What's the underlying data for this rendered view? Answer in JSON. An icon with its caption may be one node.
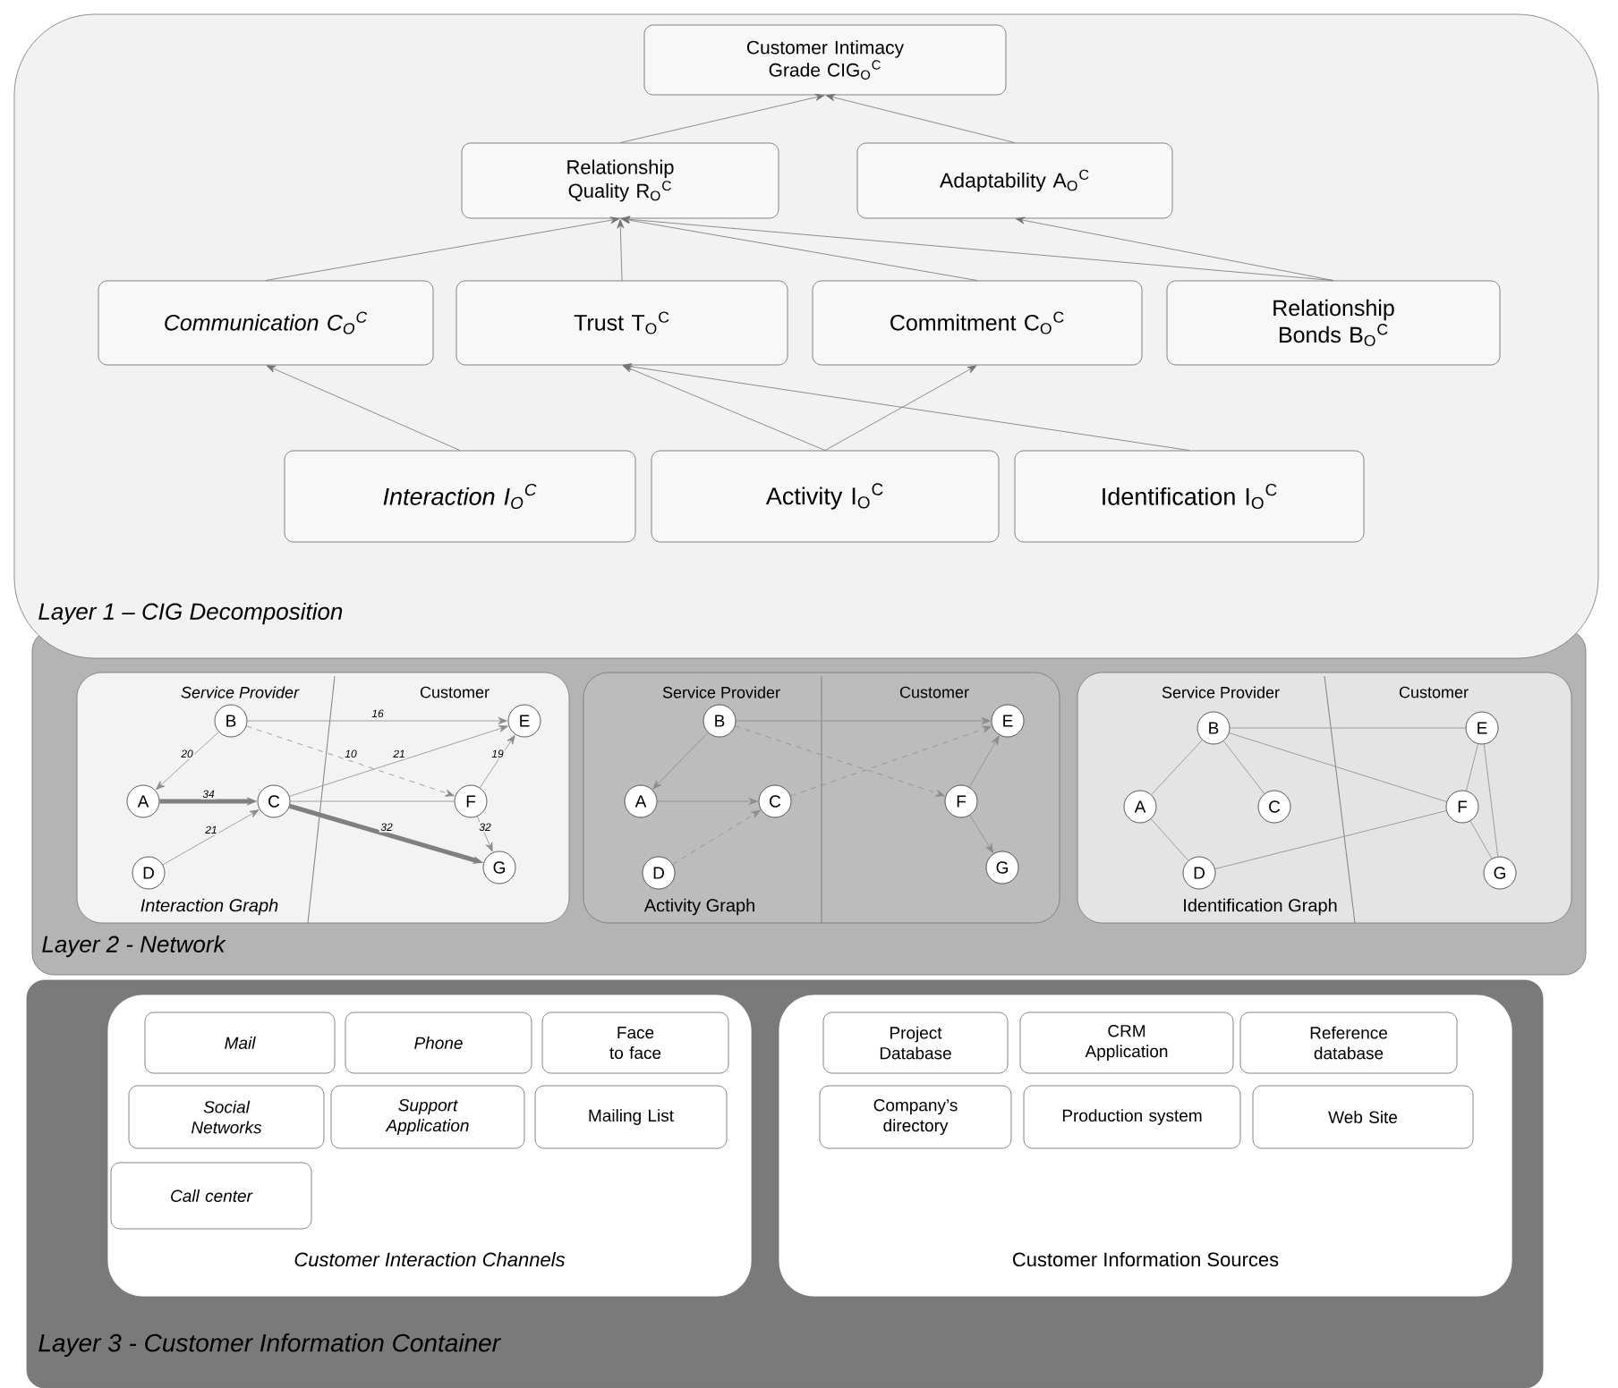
{
  "diagram": {
    "nodes": [
      {
        "text": [
          "Layer 1 – CIG Decomposition"
        ]
      },
      {
        "text": [
          "Customer Intimacy Grade CIG$_{O}$$^{C}$"
        ],
        "in": 0
      },
      {
        "text": [
          "Relationship Quality R$_{O}$$^{C}$"
        ],
        "in": 0
      },
      {
        "text": [
          "Adaptability A$_{O}$$^{C}$"
        ],
        "in": 0
      },
      {
        "text": [
          "Communication C$_{O}$$^{C}$"
        ],
        "in": 0
      },
      {
        "text": [
          "Trust T$_{O}$$^{C}$"
        ],
        "in": 0
      },
      {
        "text": [
          "Commitment C$_{O}$$^{C}$"
        ],
        "in": 0
      },
      {
        "text": [
          "Relationship Bonds B$_{O}$$^{C}$"
        ],
        "in": 0
      },
      {
        "text": [
          "Interaction I$_{O}$$^{C}$"
        ],
        "in": 0
      },
      {
        "text": [
          "Activity I$_{O}$$^{C}$"
        ],
        "in": 0
      },
      {
        "text": [
          "Identification I$_{O}$$^{C}$"
        ],
        "in": 0
      },
      {
        "text": [
          "Layer 2 - Network"
        ]
      },
      {
        "text": [
          "Service Provider",
          "Customer",
          "Interaction Graph"
        ],
        "in": 11
      },
      {
        "text": [
          "A"
        ],
        "in": 12
      },
      {
        "text": [
          "B"
        ],
        "in": 12
      },
      {
        "text": [
          "C"
        ],
        "in": 12
      },
      {
        "text": [
          "D"
        ],
        "in": 12
      },
      {
        "text": [
          "E"
        ],
        "in": 12
      },
      {
        "text": [
          "F"
        ],
        "in": 12
      },
      {
        "text": [
          "G"
        ],
        "in": 12
      },
      {
        "text": [
          "Service Provider",
          "Customer",
          "Activity Graph"
        ],
        "in": 11
      },
      {
        "text": [
          "A"
        ],
        "in": 20
      },
      {
        "text": [
          "B"
        ],
        "in": 20
      },
      {
        "text": [
          "C"
        ],
        "in": 20
      },
      {
        "text": [
          "D"
        ],
        "in": 20
      },
      {
        "text": [
          "E"
        ],
        "in": 20
      },
      {
        "text": [
          "F"
        ],
        "in": 20
      },
      {
        "text": [
          "G"
        ],
        "in": 20
      },
      {
        "text": [
          "Service Provider",
          "Customer",
          "Identification Graph"
        ],
        "in": 11
      },
      {
        "text": [
          "A"
        ],
        "in": 28
      },
      {
        "text": [
          "B"
        ],
        "in": 28
      },
      {
        "text": [
          "C"
        ],
        "in": 28
      },
      {
        "text": [
          "D"
        ],
        "in": 28
      },
      {
        "text": [
          "E"
        ],
        "in": 28
      },
      {
        "text": [
          "F"
        ],
        "in": 28
      },
      {
        "text": [
          "G"
        ],
        "in": 28
      },
      {
        "text": [
          "Layer 3 - Customer Information Container"
        ]
      },
      {
        "text": [
          "Customer Interaction Channels"
        ],
        "in": 36
      },
      {
        "text": [
          "Mail"
        ],
        "in": 37
      },
      {
        "text": [
          "Phone"
        ],
        "in": 37
      },
      {
        "text": [
          "Face to face"
        ],
        "in": 37
      },
      {
        "text": [
          "Social Networks"
        ],
        "in": 37
      },
      {
        "text": [
          "Support Application"
        ],
        "in": 37
      },
      {
        "text": [
          "Mailing List"
        ],
        "in": 37
      },
      {
        "text": [
          "Call center"
        ],
        "in": 37
      },
      {
        "text": [
          "Customer Information Sources"
        ],
        "in": 36
      },
      {
        "text": [
          "Project Database"
        ],
        "in": 45
      },
      {
        "text": [
          "CRM Application"
        ],
        "in": 45
      },
      {
        "text": [
          "Reference database"
        ],
        "in": 45
      },
      {
        "text": [
          "Company’s directory"
        ],
        "in": 45
      },
      {
        "text": [
          "Production system"
        ],
        "in": 45
      },
      {
        "text": [
          "Web Site"
        ],
        "in": 45
      }
    ],
    "edges": [
      {
        "from": 2,
        "to": 1,
        "arrow": "to"
      },
      {
        "from": 3,
        "to": 1,
        "arrow": "to"
      },
      {
        "from": 4,
        "to": 2,
        "arrow": "to"
      },
      {
        "from": 5,
        "to": 2,
        "arrow": "to"
      },
      {
        "from": 6,
        "to": 2,
        "arrow": "to"
      },
      {
        "from": 7,
        "to": 2,
        "arrow": "to"
      },
      {
        "from": 7,
        "to": 3,
        "arrow": "to"
      },
      {
        "from": 8,
        "to": 4,
        "arrow": "to"
      },
      {
        "from": 9,
        "to": 5,
        "arrow": "to"
      },
      {
        "from": 9,
        "to": 6,
        "arrow": "to"
      },
      {
        "from": 10,
        "to": 5,
        "arrow": "to"
      },
      {
        "from": 14,
        "to": 17,
        "arrow": "to",
        "label": "16"
      },
      {
        "from": 14,
        "to": 13,
        "arrow": "to",
        "label": "20"
      },
      {
        "from": 14,
        "to": 18,
        "arrow": "to",
        "label": "10",
        "style": "dashed"
      },
      {
        "from": 15,
        "to": 17,
        "arrow": "to",
        "label": "21"
      },
      {
        "from": 13,
        "to": 15,
        "arrow": "to",
        "label": "34",
        "style": "thick"
      },
      {
        "from": 16,
        "to": 15,
        "arrow": "to",
        "label": "21"
      },
      {
        "from": 15,
        "to": 18,
        "arrow": "none"
      },
      {
        "from": 15,
        "to": 19,
        "arrow": "to",
        "label": "32",
        "style": "thick"
      },
      {
        "from": 18,
        "to": 17,
        "arrow": "to",
        "label": "19"
      },
      {
        "from": 18,
        "to": 19,
        "arrow": "to",
        "label": "32"
      },
      {
        "from": 22,
        "to": 25,
        "arrow": "to"
      },
      {
        "from": 22,
        "to": 21,
        "arrow": "to"
      },
      {
        "from": 22,
        "to": 26,
        "arrow": "to",
        "style": "dashed"
      },
      {
        "from": 23,
        "to": 25,
        "arrow": "to",
        "style": "dashed"
      },
      {
        "from": 21,
        "to": 23,
        "arrow": "to"
      },
      {
        "from": 24,
        "to": 23,
        "arrow": "to",
        "style": "dashed"
      },
      {
        "from": 26,
        "to": 25,
        "arrow": "to"
      },
      {
        "from": 26,
        "to": 27,
        "arrow": "to"
      },
      {
        "from": 30,
        "to": 33,
        "arrow": "none"
      },
      {
        "from": 30,
        "to": 29,
        "arrow": "none"
      },
      {
        "from": 30,
        "to": 31,
        "arrow": "none"
      },
      {
        "from": 30,
        "to": 34,
        "arrow": "none"
      },
      {
        "from": 29,
        "to": 32,
        "arrow": "none"
      },
      {
        "from": 32,
        "to": 34,
        "arrow": "none"
      },
      {
        "from": 34,
        "to": 33,
        "arrow": "none"
      },
      {
        "from": 34,
        "to": 35,
        "arrow": "none"
      },
      {
        "from": 33,
        "to": 35,
        "arrow": "none"
      }
    ]
  }
}
